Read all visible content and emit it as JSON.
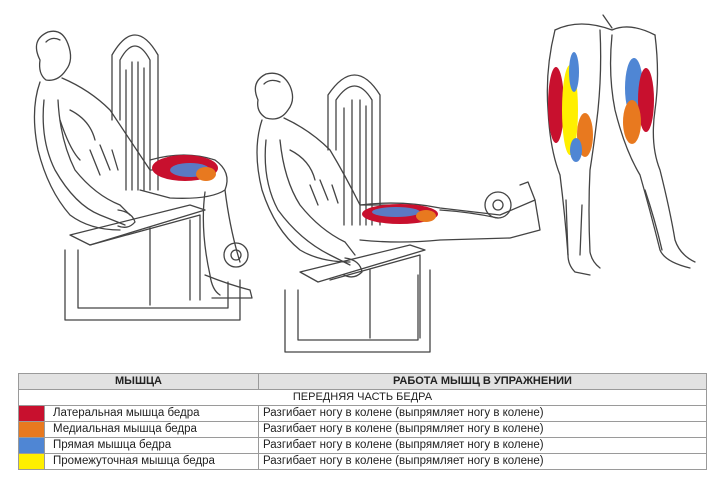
{
  "table": {
    "headers": {
      "muscle": "МЫШЦА",
      "work": "РАБОТА МЫШЦ В УПРАЖНЕНИИ"
    },
    "section": "ПЕРЕДНЯЯ ЧАСТЬ БЕДРА",
    "rows": [
      {
        "color": "#c8102e",
        "name": "Латеральная мышца бедра",
        "work": "Разгибает ногу в колене (выпрямляет ногу в колене)"
      },
      {
        "color": "#e8791f",
        "name": "Медиальная мышца бедра",
        "work": "Разгибает ногу в колене (выпрямляет ногу в колене)"
      },
      {
        "color": "#4f86d4",
        "name": "Прямая мышца бедра",
        "work": "Разгибает ногу в колене (выпрямляет ногу в колене)"
      },
      {
        "color": "#ffef00",
        "name": "Промежуточная мышца бедра",
        "work": "Разгибает ногу в колене (выпрямляет ногу в колене)"
      }
    ]
  },
  "colors": {
    "lateral": "#c8102e",
    "medial": "#e8791f",
    "rectus": "#4f86d4",
    "intermediate": "#ffef00",
    "line": "#444444"
  },
  "illustrations": [
    "leg-extension-start",
    "leg-extension-end",
    "quadriceps-anatomy"
  ]
}
